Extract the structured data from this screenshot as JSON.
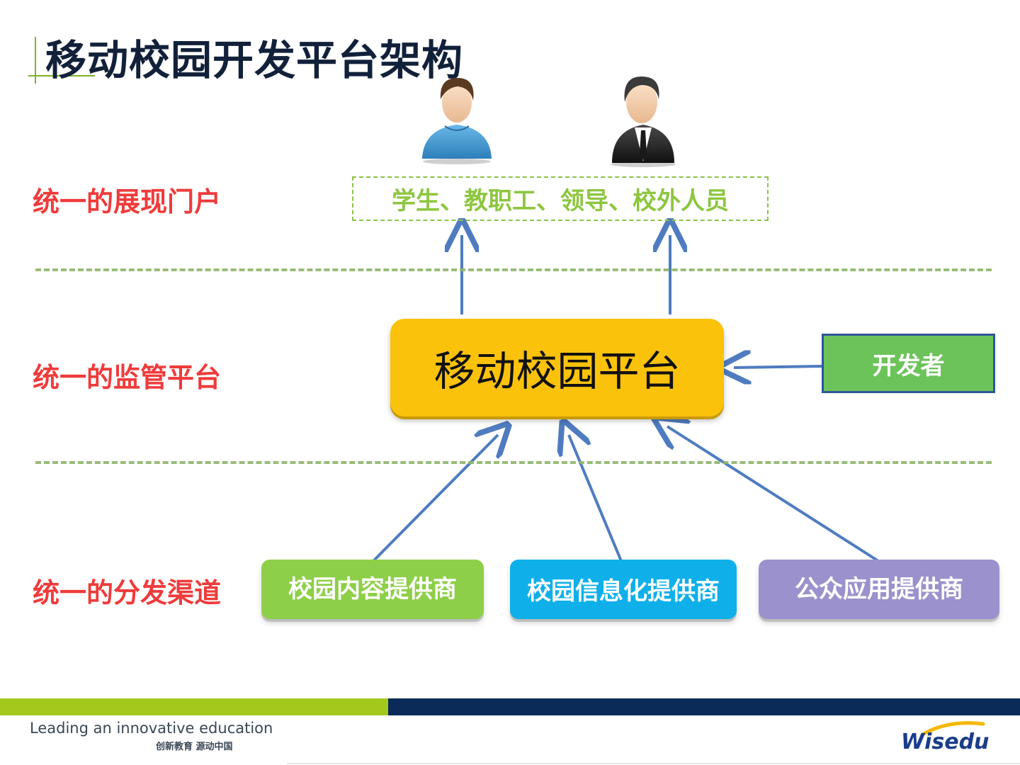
{
  "title": "移动校园开发平台架构",
  "layers": {
    "presentation": "统一的展现门户",
    "supervision": "统一的监管平台",
    "distribution": "统一的分发渠道"
  },
  "users": {
    "label": "学生、教职工、领导、校外人员",
    "icons": [
      "student-icon",
      "leader-icon"
    ]
  },
  "platform": {
    "label": "移动校园平台"
  },
  "developer": {
    "label": "开发者"
  },
  "channels": [
    {
      "label": "校园内容提供商"
    },
    {
      "label": "校园信息化提供商"
    },
    {
      "label": "公众应用提供商"
    }
  ],
  "footer": {
    "tagline": "Leading an innovative education",
    "tagline_cn": "创新教育 源动中国",
    "logo": "Wisedu"
  },
  "colors": {
    "title": "#12213a",
    "layer_label": "#ef3b3b",
    "user_text": "#8dc63f",
    "platform": "#fbc20b",
    "developer": "#6cc35a",
    "channel_content": "#8dcf48",
    "channel_info": "#0fb0ea",
    "channel_public": "#9b91cc",
    "arrow": "#4f7cc0",
    "footer_green": "#a3c91c",
    "footer_navy": "#0a2b58"
  }
}
